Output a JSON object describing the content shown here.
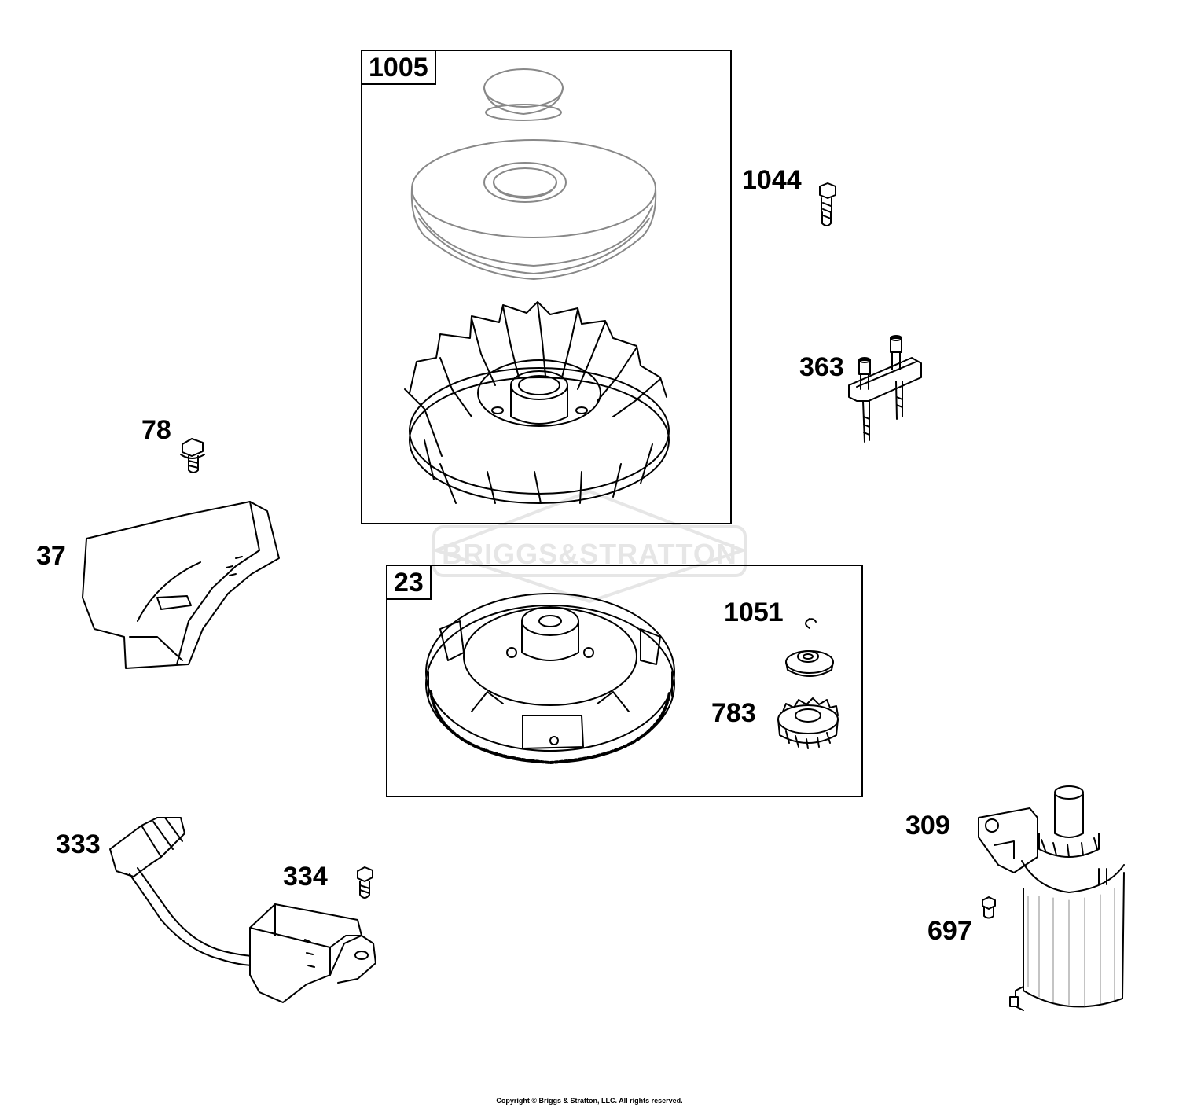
{
  "watermark": {
    "text": "BRIGGS&STRATTON"
  },
  "kits": [
    {
      "id": "kit-1005",
      "label": "1005"
    },
    {
      "id": "kit-23",
      "label": "23"
    }
  ],
  "callouts": [
    {
      "id": "part-1044",
      "label": "1044"
    },
    {
      "id": "part-363",
      "label": "363"
    },
    {
      "id": "part-78",
      "label": "78"
    },
    {
      "id": "part-37",
      "label": "37"
    },
    {
      "id": "part-1051",
      "label": "1051"
    },
    {
      "id": "part-783",
      "label": "783"
    },
    {
      "id": "part-309",
      "label": "309"
    },
    {
      "id": "part-697",
      "label": "697"
    },
    {
      "id": "part-333",
      "label": "333"
    },
    {
      "id": "part-334",
      "label": "334"
    }
  ],
  "footer": {
    "copyright": "Copyright © Briggs & Stratton, LLC. All rights reserved."
  },
  "icons": [
    "cap-icon",
    "blower-housing-icon",
    "fan-icon",
    "bolt-icon",
    "bracket-icon",
    "shield-icon",
    "flywheel-icon",
    "clip-icon",
    "washer-icon",
    "gear-icon",
    "starter-icon",
    "ignition-coil-icon",
    "screw-icon"
  ]
}
